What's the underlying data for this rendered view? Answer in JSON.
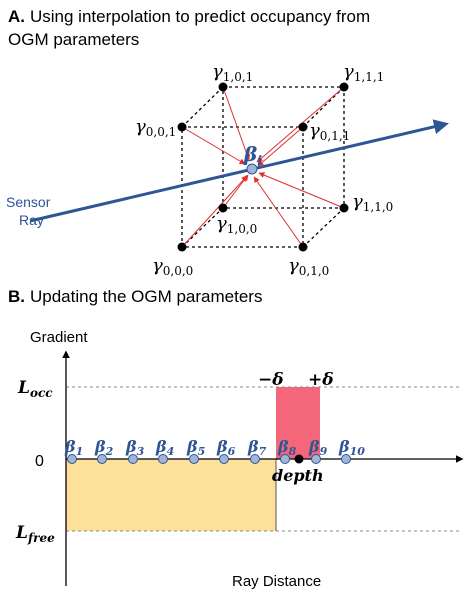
{
  "panel_a": {
    "letter": "A.",
    "title_line1": "Using interpolation to predict occupancy from",
    "title_line2": "OGM parameters",
    "center_symbol": "β",
    "center_sub": "i",
    "sensor_label_line1": "Sensor",
    "sensor_label_line2": "Ray",
    "corners": [
      {
        "id": "101",
        "sym": "γ",
        "sub": "1,0,1"
      },
      {
        "id": "111",
        "sym": "γ",
        "sub": "1,1,1"
      },
      {
        "id": "001",
        "sym": "γ",
        "sub": "0,0,1"
      },
      {
        "id": "011",
        "sym": "γ",
        "sub": "0,1,1"
      },
      {
        "id": "110",
        "sym": "γ",
        "sub": "1,1,0"
      },
      {
        "id": "100",
        "sym": "γ",
        "sub": "1,0,0"
      },
      {
        "id": "000",
        "sym": "γ",
        "sub": "0,0,0"
      },
      {
        "id": "010",
        "sym": "γ",
        "sub": "0,1,0"
      }
    ],
    "colors": {
      "ray": "#2f5597",
      "arrows": "#e03030",
      "point_fill": "#9fb6d6",
      "edges": "#000000"
    }
  },
  "panel_b": {
    "letter": "B.",
    "title": "Updating the OGM parameters",
    "ylabel": "Gradient",
    "xlabel": "Ray Distance",
    "zero_label": "0",
    "l_occ": {
      "main": "L",
      "sub": "occ"
    },
    "l_free": {
      "main": "L",
      "sub": "free"
    },
    "minus_delta": "−δ",
    "plus_delta": "+δ",
    "depth_label": "depth",
    "betas": [
      {
        "sym": "β",
        "sub": "1"
      },
      {
        "sym": "β",
        "sub": "2"
      },
      {
        "sym": "β",
        "sub": "3"
      },
      {
        "sym": "β",
        "sub": "4"
      },
      {
        "sym": "β",
        "sub": "5"
      },
      {
        "sym": "β",
        "sub": "6"
      },
      {
        "sym": "β",
        "sub": "7"
      },
      {
        "sym": "β",
        "sub": "8"
      },
      {
        "sym": "β",
        "sub": "9"
      },
      {
        "sym": "β",
        "sub": "10"
      }
    ],
    "colors": {
      "free_fill": "#fde19a",
      "occ_fill": "#f4677a",
      "beta_text": "#2f5597",
      "point_fill": "#9fb6d6"
    }
  }
}
